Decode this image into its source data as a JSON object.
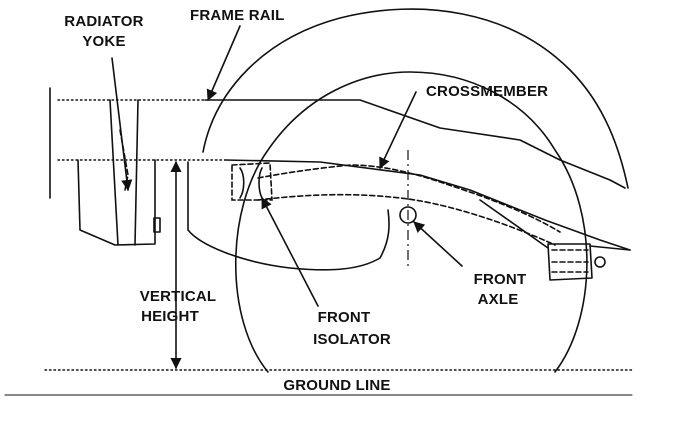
{
  "labels": {
    "radiator_yoke_line1": "RADIATOR",
    "radiator_yoke_line2": "YOKE",
    "frame_rail": "FRAME RAIL",
    "crossmember": "CROSSMEMBER",
    "vertical_height_line1": "VERTICAL",
    "vertical_height_line2": "HEIGHT",
    "front_isolator_line1": "FRONT",
    "front_isolator_line2": "ISOLATOR",
    "front_axle_line1": "FRONT",
    "front_axle_line2": "AXLE",
    "ground_line": "GROUND LINE"
  }
}
